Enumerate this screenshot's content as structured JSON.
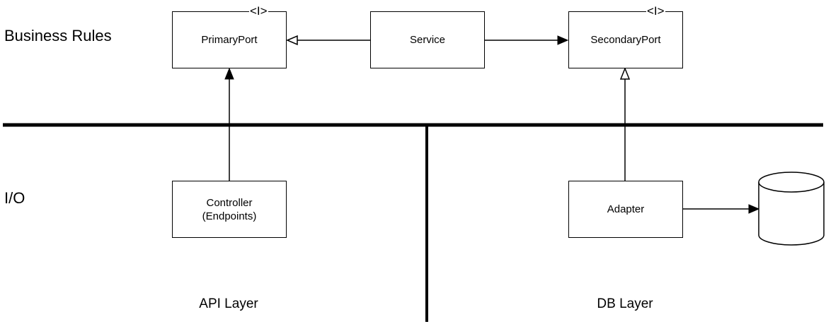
{
  "layers": {
    "business": "Business Rules",
    "io": "I/O"
  },
  "zones": {
    "api": "API Layer",
    "db": "DB Layer"
  },
  "components": {
    "primary_port": {
      "label": "PrimaryPort",
      "stereotype": "<I>"
    },
    "service": {
      "label": "Service"
    },
    "secondary_port": {
      "label": "SecondaryPort",
      "stereotype": "<I>"
    },
    "controller": {
      "line1": "Controller",
      "line2": "(Endpoints)"
    },
    "adapter": {
      "label": "Adapter"
    },
    "database": {
      "icon": "database-cylinder-icon"
    }
  },
  "colors": {
    "stroke": "#000000",
    "background": "#ffffff"
  }
}
